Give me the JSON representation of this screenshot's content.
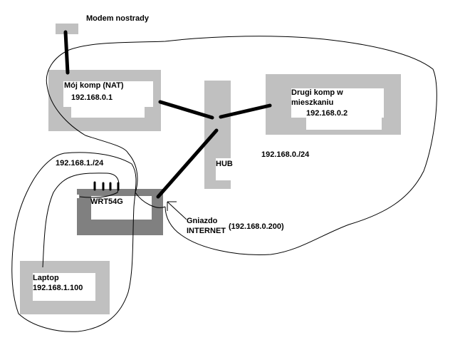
{
  "diagram": {
    "title": "Modem nostrady",
    "nodes": {
      "modem": {
        "label": "Modem nostrady"
      },
      "my_pc": {
        "label": "Mój komp (NAT)",
        "ip": "192.168.0.1"
      },
      "second_pc": {
        "label_line1": "Drugi komp w",
        "label_line2": "mieszkaniu",
        "ip": "192.168.0.2"
      },
      "hub": {
        "label": "HUB"
      },
      "router": {
        "label": "WRT54G"
      },
      "laptop": {
        "label": "Laptop",
        "ip": "192.168.1.100"
      }
    },
    "networks": {
      "lan0": {
        "label": "192.168.0./24"
      },
      "lan1": {
        "label": "192.168.1./24"
      }
    },
    "annotation": {
      "line1": "Gniazdo",
      "line2": "INTERNET",
      "ip": "(192.168.0.200)"
    },
    "colors": {
      "box_light": "#c0c0c0",
      "box_dark": "#808080",
      "cable": "#000000",
      "background": "#ffffff"
    }
  }
}
